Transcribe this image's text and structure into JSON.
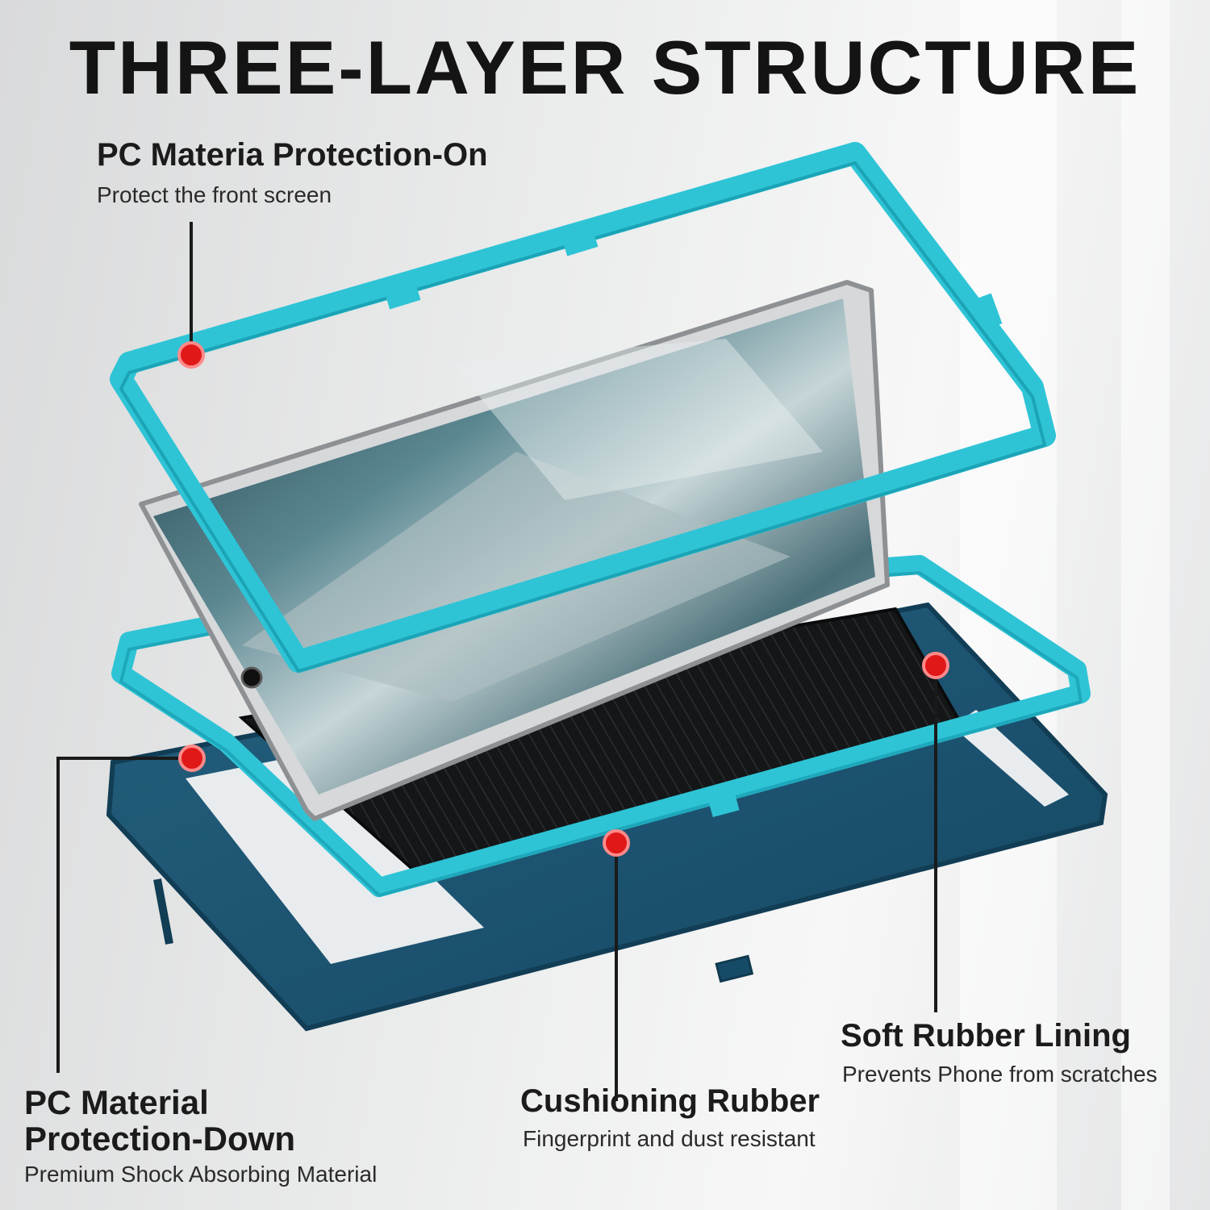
{
  "title": "THREE-LAYER STRUCTURE",
  "callouts": [
    {
      "label": "PC Materia Protection-On",
      "description": "Protect the front screen"
    },
    {
      "label_line1": "PC Material",
      "label_line2": "Protection-Down",
      "description": "Premium Shock Absorbing Material"
    },
    {
      "label": "Cushioning Rubber",
      "description": "Fingerprint and dust resistant"
    },
    {
      "label": "Soft Rubber Lining",
      "description": "Prevents Phone from scratches"
    }
  ],
  "colors": {
    "frame_cyan": "#2ec4d6",
    "case_teal": "#1f5a78",
    "lining_black": "#141618",
    "marker_red": "#e01818",
    "leader_line": "#1a1a1a"
  }
}
